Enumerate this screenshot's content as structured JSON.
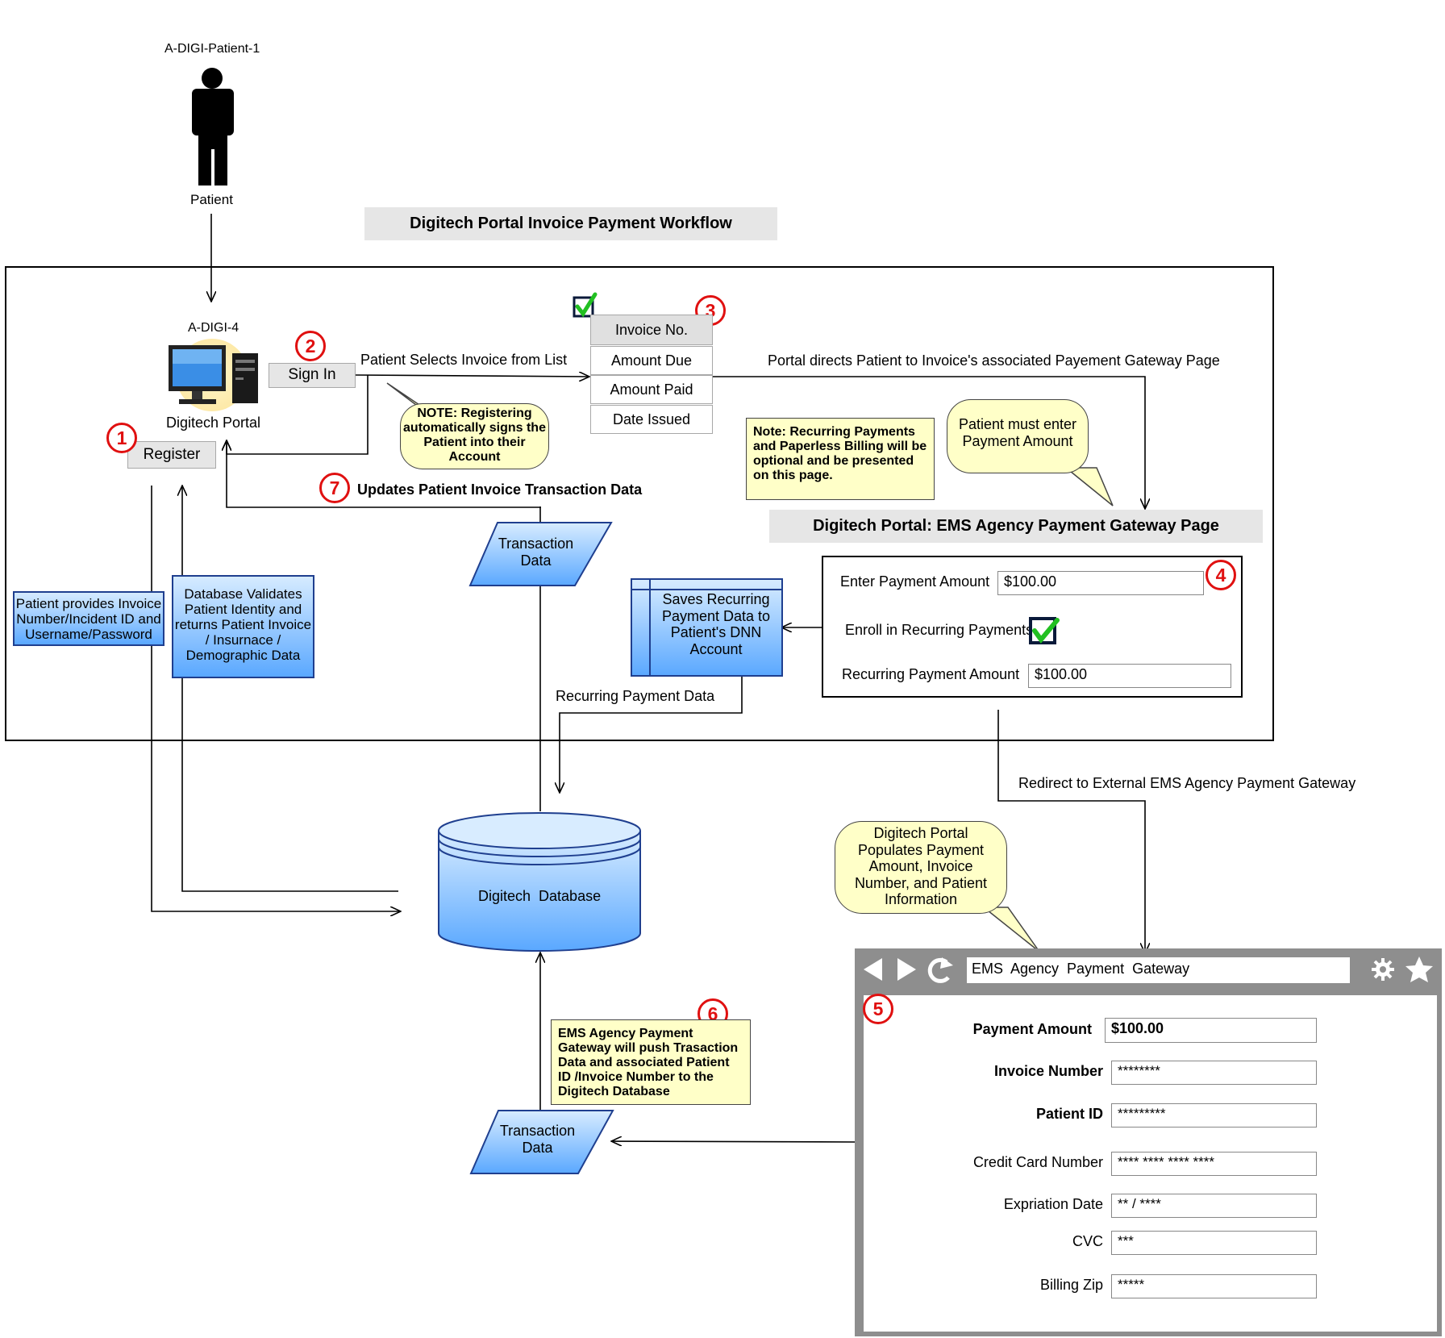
{
  "title": "Digitech Portal Invoice Payment Workflow",
  "actor": {
    "id": "A-DIGI-Patient-1",
    "label": "Patient"
  },
  "portal": {
    "id": "A-DIGI-4",
    "label": "Digitech Portal"
  },
  "buttons": {
    "sign_in": "Sign In",
    "register": "Register"
  },
  "invoice_list": [
    "Invoice No.",
    "Amount Due",
    "Amount Paid",
    "Date Issued"
  ],
  "edges": {
    "patient_selects": "Patient Selects Invoice from List",
    "portal_directs": "Portal directs Patient to Invoice's associated Payement Gateway Page",
    "updates": "Updates Patient Invoice Transaction Data",
    "recurring_data": "Recurring Payment Data",
    "redirect": "Redirect to External EMS Agency Payment Gateway"
  },
  "callouts": {
    "registering": "NOTE: Registering automatically signs the Patient into their Account",
    "must_enter": "Patient must enter Payment Amount",
    "populates": "Digitech Portal Populates Payment Amount, Invoice Number, and Patient Information"
  },
  "notes": {
    "recurring": "Note: Recurring Payments and Paperless Billing will be optional and be presented on this page.",
    "push": "EMS Agency Payment Gateway will push Trasaction Data and associated Patient ID /Invoice Number to the Digitech Database"
  },
  "blue_boxes": {
    "provides": "Patient provides Invoice Number/Incident ID and Username/Password",
    "validates": "Database Validates Patient Identity and returns Patient Invoice / Insurnace / Demographic Data",
    "saves": "Saves Recurring Payment Data to Patient's DNN Account"
  },
  "data_shapes": {
    "transaction_top": "Transaction Data",
    "transaction_bottom": "Transaction Data"
  },
  "database": "Digitech  Database",
  "gateway_page": {
    "title": "Digitech Portal: EMS Agency Payment Gateway Page",
    "enter_label": "Enter Payment Amount",
    "enter_value": "$100.00",
    "enroll_label": "Enroll in Recurring Payments",
    "recurring_label": "Recurring Payment Amount",
    "recurring_value": "$100.00"
  },
  "browser": {
    "address": "EMS  Agency  Payment  Gateway",
    "fields": [
      {
        "label": "Payment Amount",
        "value": "$100.00"
      },
      {
        "label": "Invoice Number",
        "value": "********"
      },
      {
        "label": "Patient ID",
        "value": "*********"
      },
      {
        "label": "Credit Card Number",
        "value": "**** **** **** ****"
      },
      {
        "label": "Expriation Date",
        "value": "** / ****"
      },
      {
        "label": "CVC",
        "value": "***"
      },
      {
        "label": "Billing Zip",
        "value": "*****"
      }
    ]
  },
  "steps": [
    "1",
    "2",
    "3",
    "4",
    "5",
    "6",
    "7"
  ],
  "colors": {
    "badge": "#e01010",
    "note_yellow": "#ffffc8",
    "blue": "#5aa8ff",
    "check": "#22c022"
  }
}
